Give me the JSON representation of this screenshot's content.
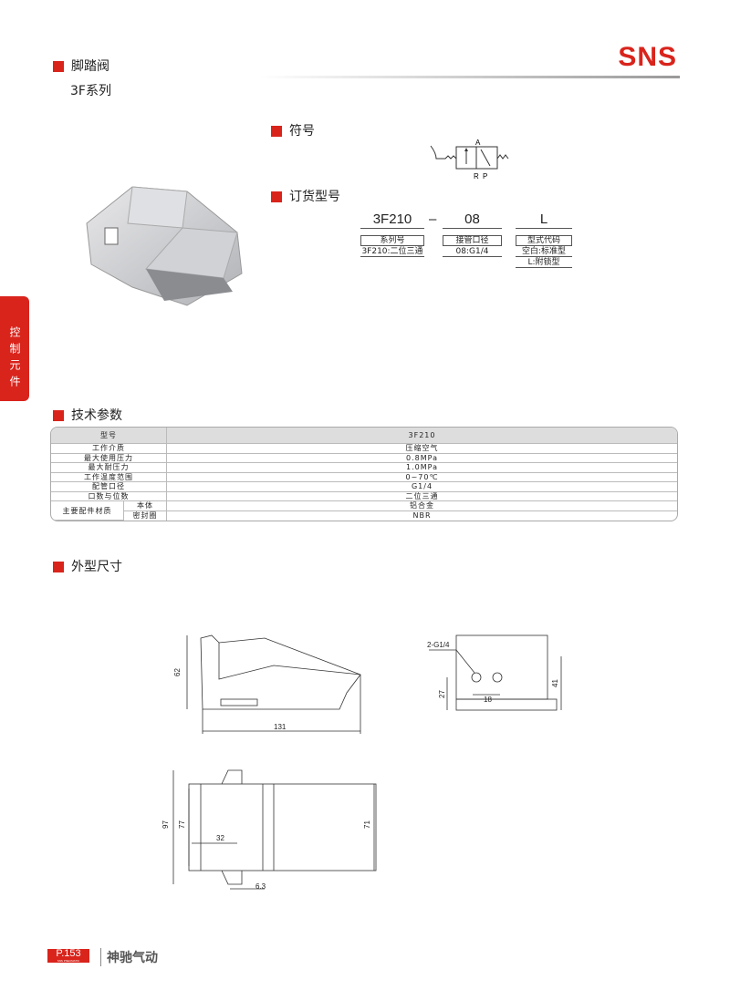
{
  "header": {
    "title": "脚踏阀",
    "series": "3F系列",
    "logo": "SNS"
  },
  "side_tab": "控制元件",
  "sections": {
    "symbol": "符号",
    "ordering": "订货型号",
    "specs": "技术参数",
    "dimensions": "外型尺寸"
  },
  "symbol_labels": {
    "a": "A",
    "r": "R",
    "p": "P"
  },
  "ordering": {
    "parts": [
      {
        "code": "3F210",
        "label": "系列号",
        "desc": [
          "3F210:二位三通"
        ]
      },
      {
        "code": "08",
        "label": "接管口径",
        "desc": [
          "08:G1/4"
        ]
      },
      {
        "code": "L",
        "label": "型式代码",
        "desc": [
          "空白:标准型",
          "L:附锁型"
        ]
      }
    ],
    "dash": "–"
  },
  "specs": {
    "header": [
      "型号",
      "3F210"
    ],
    "rows": [
      [
        "工作介质",
        "压缩空气"
      ],
      [
        "最大使用压力",
        "0.8MPa"
      ],
      [
        "最大耐压力",
        "1.0MPa"
      ],
      [
        "工作温度范围",
        "0~70℃"
      ],
      [
        "配管口径",
        "G1/4"
      ],
      [
        "口数与位数",
        "二位三通"
      ]
    ],
    "material_group": "主要配件材质",
    "material_rows": [
      [
        "本体",
        "铝合金"
      ],
      [
        "密封圈",
        "NBR"
      ]
    ]
  },
  "dims": {
    "side": {
      "h": "62",
      "l": "131"
    },
    "front": {
      "port": "2-G1/4",
      "h1": "27",
      "w": "18",
      "h2": "41"
    },
    "top": {
      "w1": "97",
      "w2": "77",
      "w3": "71",
      "a": "32",
      "b": "6.3"
    }
  },
  "footer": {
    "page": "P.153",
    "page_sub": "SNS PNEUMATIC",
    "brand": "神驰气动"
  }
}
